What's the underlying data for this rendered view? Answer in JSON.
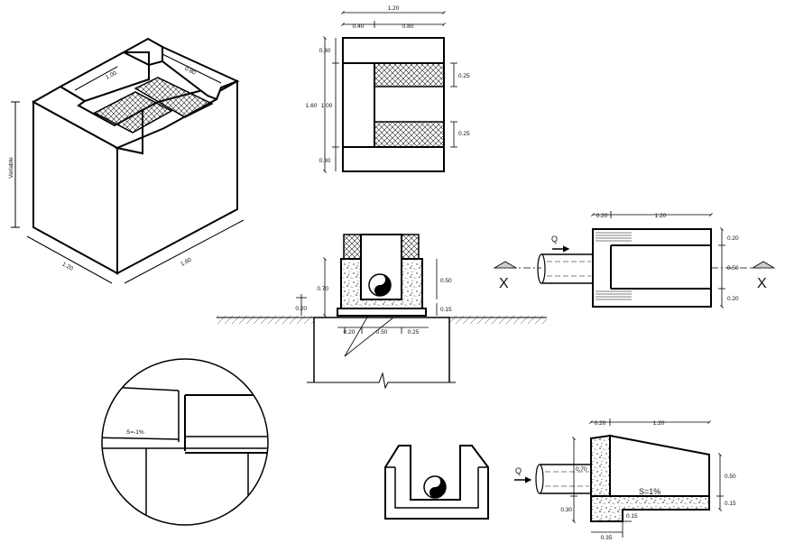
{
  "iso_view": {
    "dim_width": "1.20",
    "dim_length": "1.60",
    "dim_height": "Variable",
    "dim_top_left": "1.00",
    "dim_top_right": "0.80"
  },
  "plan_view": {
    "dim_total_width": "1.20",
    "dim_left": "0.40",
    "dim_right": "0.80",
    "dim_top": "0.30",
    "dim_middle": "1.00",
    "dim_total_height": "1.60",
    "dim_bottom": "0.30",
    "dim_grate_top": "0.25",
    "dim_grate_bottom": "0.25"
  },
  "section_view": {
    "dim_overall_height": "0.70",
    "dim_inner_height": "0.50",
    "dim_base": "0.15",
    "dim_ground": "0.20",
    "dim_bottom_left": "0.20",
    "dim_bottom_mid": "0.50",
    "dim_bottom_right": "0.25"
  },
  "plan_x_view": {
    "flow_label": "Q",
    "dim_left": "0.20",
    "dim_right": "1.20",
    "dim_top": "0.20",
    "dim_middle": "0.50",
    "dim_bottom": "0.20",
    "section_left": "X",
    "section_right": "X"
  },
  "detail_view": {
    "slope_label": "S=-1%"
  },
  "section_x_view": {
    "flow_label": "Q",
    "dim_top_left": "0.20",
    "dim_top_right": "1.20",
    "dim_height_left": "0.70",
    "dim_height_bottom": "0.30",
    "dim_right_top": "0.50",
    "dim_right_bottom": "0.15",
    "dim_step": "0.15",
    "dim_bottom": "0.35",
    "slope_label": "S=1%"
  }
}
